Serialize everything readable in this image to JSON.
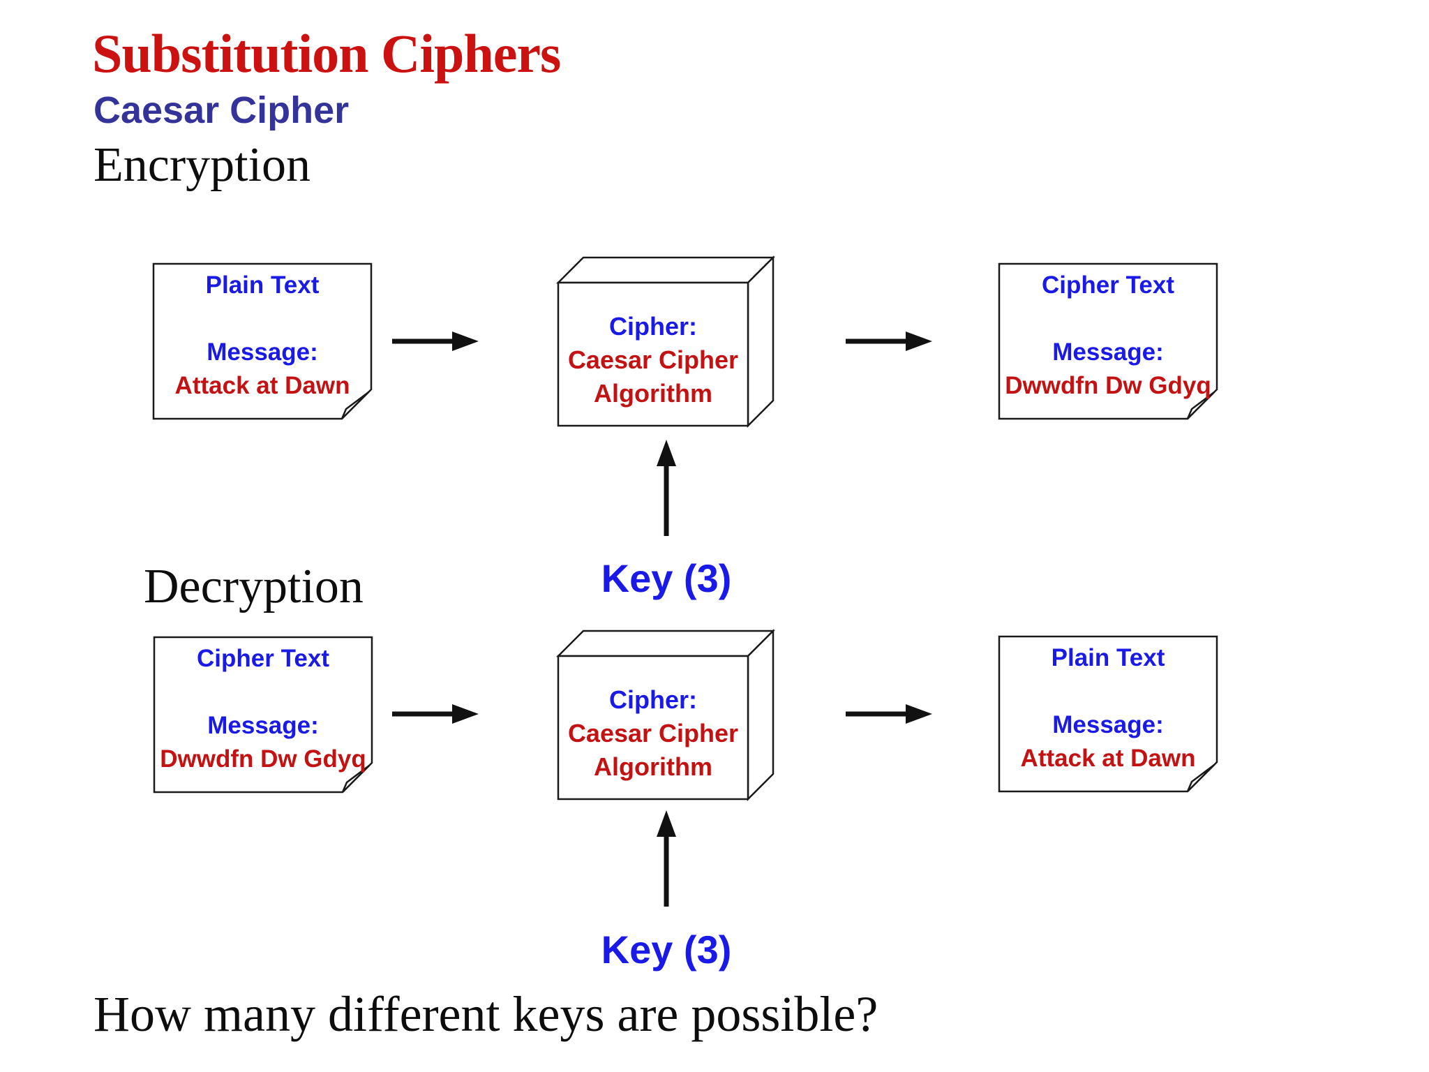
{
  "slide": {
    "title": "Substitution Ciphers",
    "subtitle": "Caesar Cipher",
    "question": "How many different keys are possible?"
  },
  "encryption": {
    "heading": "Encryption",
    "key_label": "Key (3)",
    "input_box": {
      "title": "Plain Text",
      "message_label": "Message:",
      "message": "Attack at Dawn"
    },
    "cipher_box": {
      "label": "Cipher:",
      "name_line1": "Caesar Cipher",
      "name_line2": "Algorithm"
    },
    "output_box": {
      "title": "Cipher Text",
      "message_label": "Message:",
      "message": "Dwwdfn Dw Gdyq"
    }
  },
  "decryption": {
    "heading": "Decryption",
    "key_label": "Key (3)",
    "input_box": {
      "title": "Cipher Text",
      "message_label": "Message:",
      "message": "Dwwdfn Dw Gdyq"
    },
    "cipher_box": {
      "label": "Cipher:",
      "name_line1": "Caesar Cipher",
      "name_line2": "Algorithm"
    },
    "output_box": {
      "title": "Plain Text",
      "message_label": "Message:",
      "message": "Attack at Dawn"
    }
  },
  "colors": {
    "title_red": "#CC1111",
    "body_red": "#C41111",
    "subtitle_blue": "#333399",
    "text_blue": "#1A1AE8",
    "line_black": "#111111"
  }
}
